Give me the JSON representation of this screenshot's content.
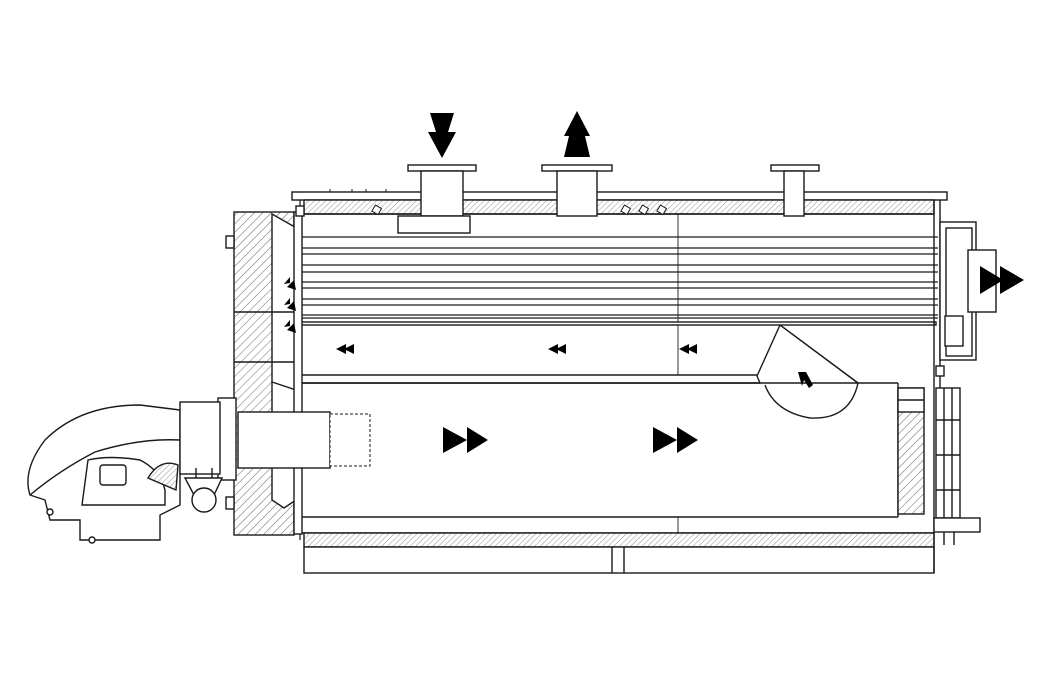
{
  "diagram": {
    "subject": "boiler-cross-section",
    "colors": {
      "background": "#ffffff",
      "line": "#1a1a1a",
      "arrow": "#000000",
      "hatch": "#555555"
    },
    "flow_arrows": [
      {
        "id": "water-inlet",
        "direction": "down"
      },
      {
        "id": "water-outlet",
        "direction": "up"
      },
      {
        "id": "flue-exhaust",
        "direction": "right"
      },
      {
        "id": "furnace-flow-1",
        "direction": "right"
      },
      {
        "id": "furnace-flow-2",
        "direction": "right"
      },
      {
        "id": "return-flow-1",
        "direction": "left"
      },
      {
        "id": "return-flow-2",
        "direction": "left"
      },
      {
        "id": "return-flow-3",
        "direction": "left"
      },
      {
        "id": "turn-flow",
        "direction": "up-left"
      },
      {
        "id": "tube-pass-1",
        "direction": "up-left"
      },
      {
        "id": "tube-pass-2",
        "direction": "up-left"
      },
      {
        "id": "tube-pass-3",
        "direction": "up-left"
      }
    ]
  }
}
